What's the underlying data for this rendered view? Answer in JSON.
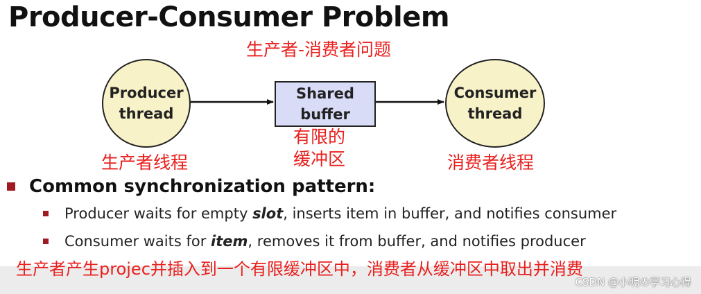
{
  "title": "Producer-Consumer Problem",
  "title_cn": "生产者-消费者问题",
  "diagram": {
    "producer": {
      "line1": "Producer",
      "line2": "thread",
      "cn": "生产者线程"
    },
    "buffer": {
      "line1": "Shared",
      "line2": "buffer",
      "cn_line1": "有限的",
      "cn_line2": "缓冲区"
    },
    "consumer": {
      "line1": "Consumer",
      "line2": "thread",
      "cn": "消费者线程"
    }
  },
  "section": {
    "heading": "Common synchronization pattern:",
    "items": [
      {
        "pre": "Producer waits for empty ",
        "em": "slot",
        "post": ", inserts item in buffer, and notifies consumer"
      },
      {
        "pre": "Consumer waits for ",
        "em": "item",
        "post": ", removes it from buffer, and notifies producer"
      }
    ]
  },
  "note_cn": "生产者产生projec并插入到一个有限缓冲区中，消费者从缓冲区中取出并消费",
  "watermark": "CSDN @小明の学习心得",
  "colors": {
    "annotation": "#e8201e",
    "circle_fill": "#f8f2c8",
    "buffer_fill": "#d9dcf7",
    "bullet": "#a01a22"
  }
}
